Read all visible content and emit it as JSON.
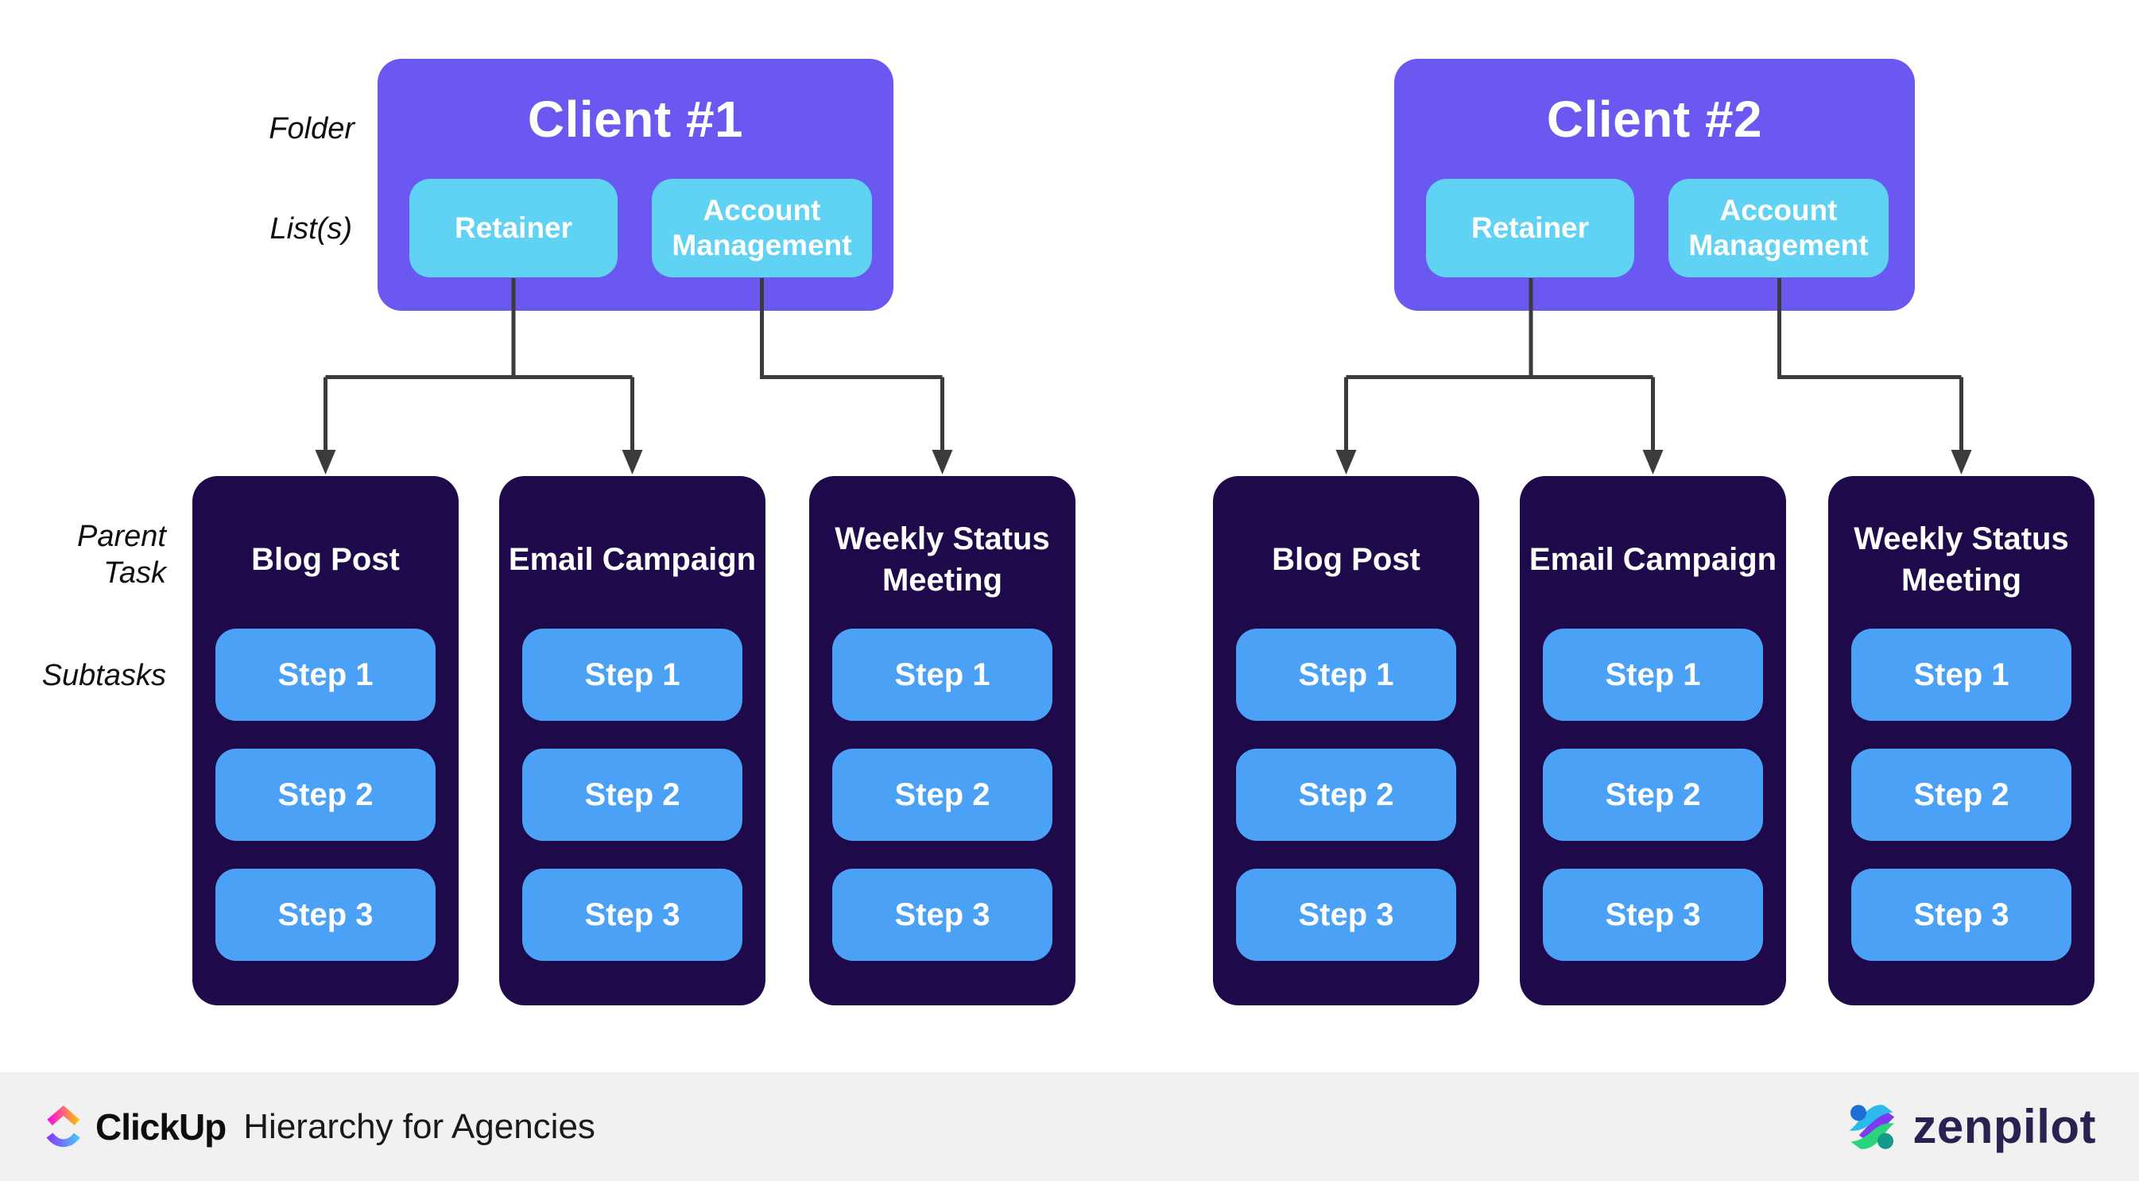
{
  "side_labels": {
    "folder": "Folder",
    "lists": "List(s)",
    "parent_line1": "Parent",
    "parent_line2": "Task",
    "subtasks": "Subtasks"
  },
  "clients": [
    {
      "title": "Client #1",
      "lists": [
        "Retainer",
        "Account Management"
      ]
    },
    {
      "title": "Client #2",
      "lists": [
        "Retainer",
        "Account Management"
      ]
    }
  ],
  "cards": [
    {
      "title": "Blog Post",
      "steps": [
        "Step 1",
        "Step 2",
        "Step 3"
      ]
    },
    {
      "title": "Email Campaign",
      "steps": [
        "Step 1",
        "Step 2",
        "Step 3"
      ]
    },
    {
      "title": "Weekly Status Meeting",
      "steps": [
        "Step 1",
        "Step 2",
        "Step 3"
      ]
    },
    {
      "title": "Blog Post",
      "steps": [
        "Step 1",
        "Step 2",
        "Step 3"
      ]
    },
    {
      "title": "Email Campaign",
      "steps": [
        "Step 1",
        "Step 2",
        "Step 3"
      ]
    },
    {
      "title": "Weekly Status Meeting",
      "steps": [
        "Step 1",
        "Step 2",
        "Step 3"
      ]
    }
  ],
  "footer": {
    "clickup_brand": "ClickUp",
    "caption": "Hierarchy for Agencies",
    "partner_brand": "zenpilot"
  },
  "colors": {
    "folder_purple": "#6A58F0",
    "list_cyan": "#60D3F4",
    "card_navy": "#1E0A4A",
    "step_blue": "#4AA1F5",
    "connector_gray": "#3B3B3B",
    "footer_bg": "#F1F1F2",
    "zenpilot_navy": "#2A2150"
  }
}
